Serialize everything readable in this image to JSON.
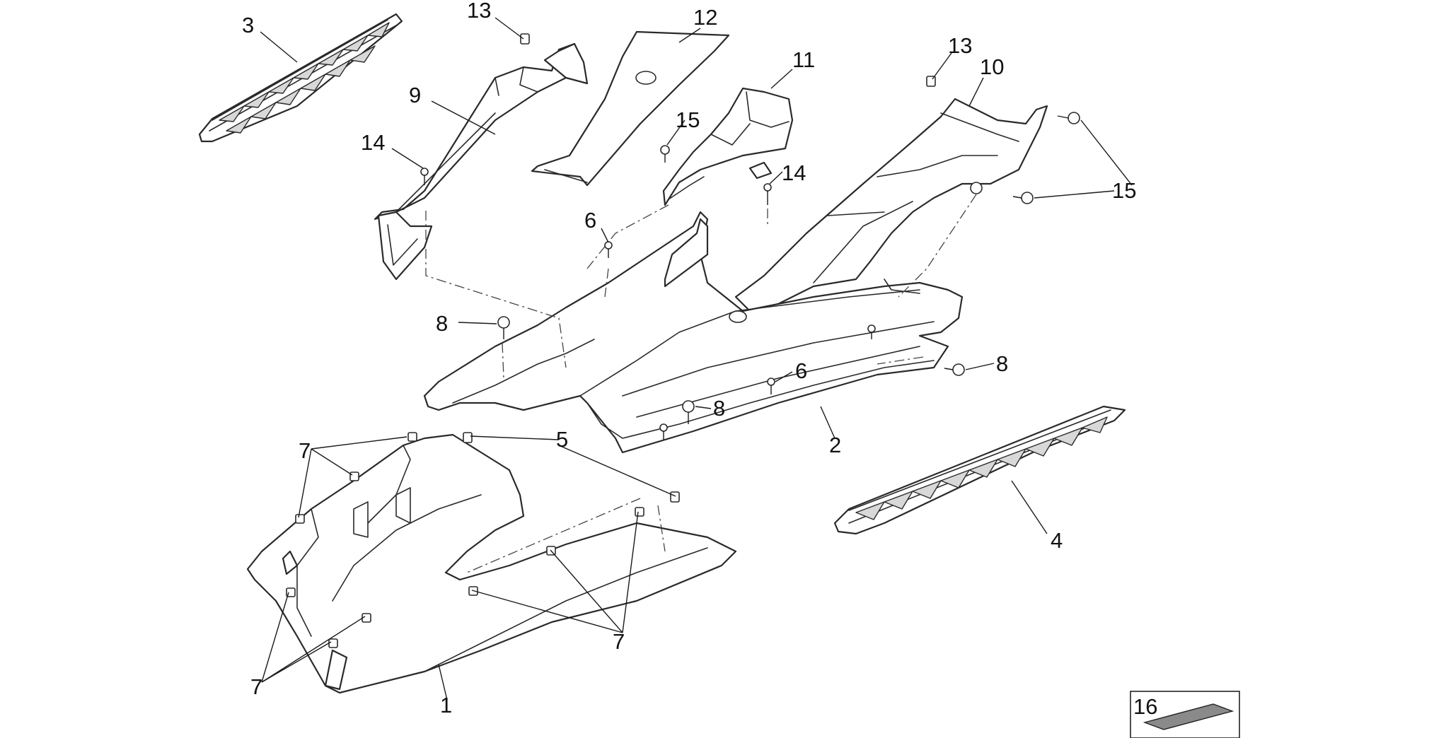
{
  "callouts": {
    "c1": "1",
    "c2": "2",
    "c3": "3",
    "c4": "4",
    "c5": "5",
    "c6a": "6",
    "c6b": "6",
    "c7a": "7",
    "c7b": "7",
    "c7c": "7",
    "c8a": "8",
    "c8b": "8",
    "c8c": "8",
    "c9": "9",
    "c10": "10",
    "c11": "11",
    "c12": "12",
    "c13a": "13",
    "c13b": "13",
    "c14a": "14",
    "c14b": "14",
    "c15a": "15",
    "c15b": "15",
    "c16": "16"
  }
}
